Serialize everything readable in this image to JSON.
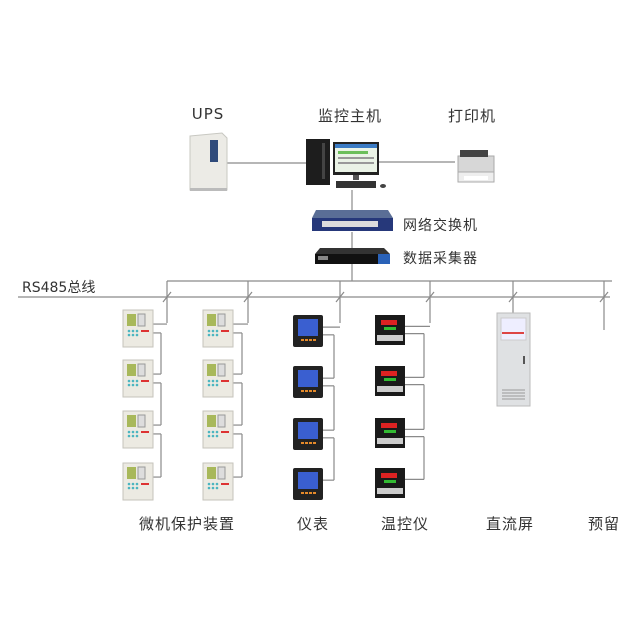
{
  "top": {
    "ups": "UPS",
    "host": "监控主机",
    "printer": "打印机"
  },
  "network": {
    "switch": "网络交换机",
    "collector": "数据采集器"
  },
  "bus": {
    "label": "RS485总线"
  },
  "groups": {
    "protection": "微机保护装置",
    "meter": "仪表",
    "temp": "温控仪",
    "dc": "直流屏",
    "reserved": "预留"
  }
}
